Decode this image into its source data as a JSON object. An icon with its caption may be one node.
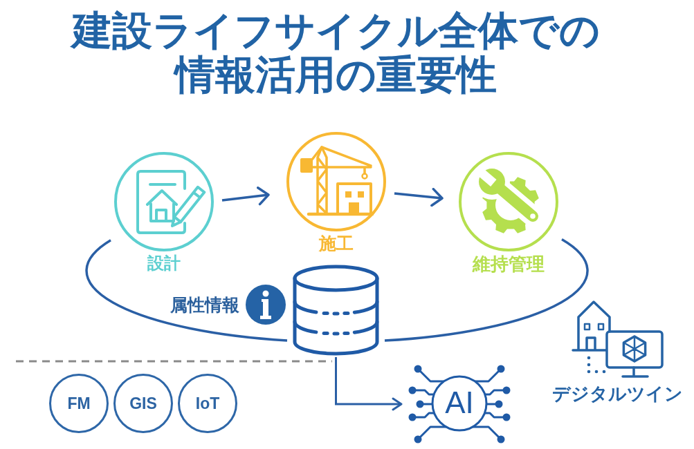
{
  "diagram": {
    "title": "建設ライフサイクル全体での情報活用の重要性",
    "nodes": [
      {
        "text": [
          "設計"
        ]
      },
      {
        "text": [
          "施工"
        ]
      },
      {
        "text": [
          "維持管理"
        ]
      },
      {
        "text": [],
        "shape": "cylinder",
        "beside": [
          "属性情報"
        ]
      },
      {
        "text": [
          "FM"
        ]
      },
      {
        "text": [
          "GIS"
        ]
      },
      {
        "text": [
          "IoT"
        ]
      },
      {
        "text": [
          "AI"
        ]
      }
    ],
    "edges": [
      {
        "from": 0,
        "to": 1,
        "arrow": "to"
      },
      {
        "from": 1,
        "to": 2,
        "arrow": "to"
      },
      {
        "from": 0,
        "to": 3,
        "arrow": "none"
      },
      {
        "from": 3,
        "to": 2,
        "arrow": "none"
      },
      {
        "from": 3,
        "to": 7,
        "arrow": "to"
      }
    ],
    "labels": [
      "デジタルツイン"
    ]
  }
}
